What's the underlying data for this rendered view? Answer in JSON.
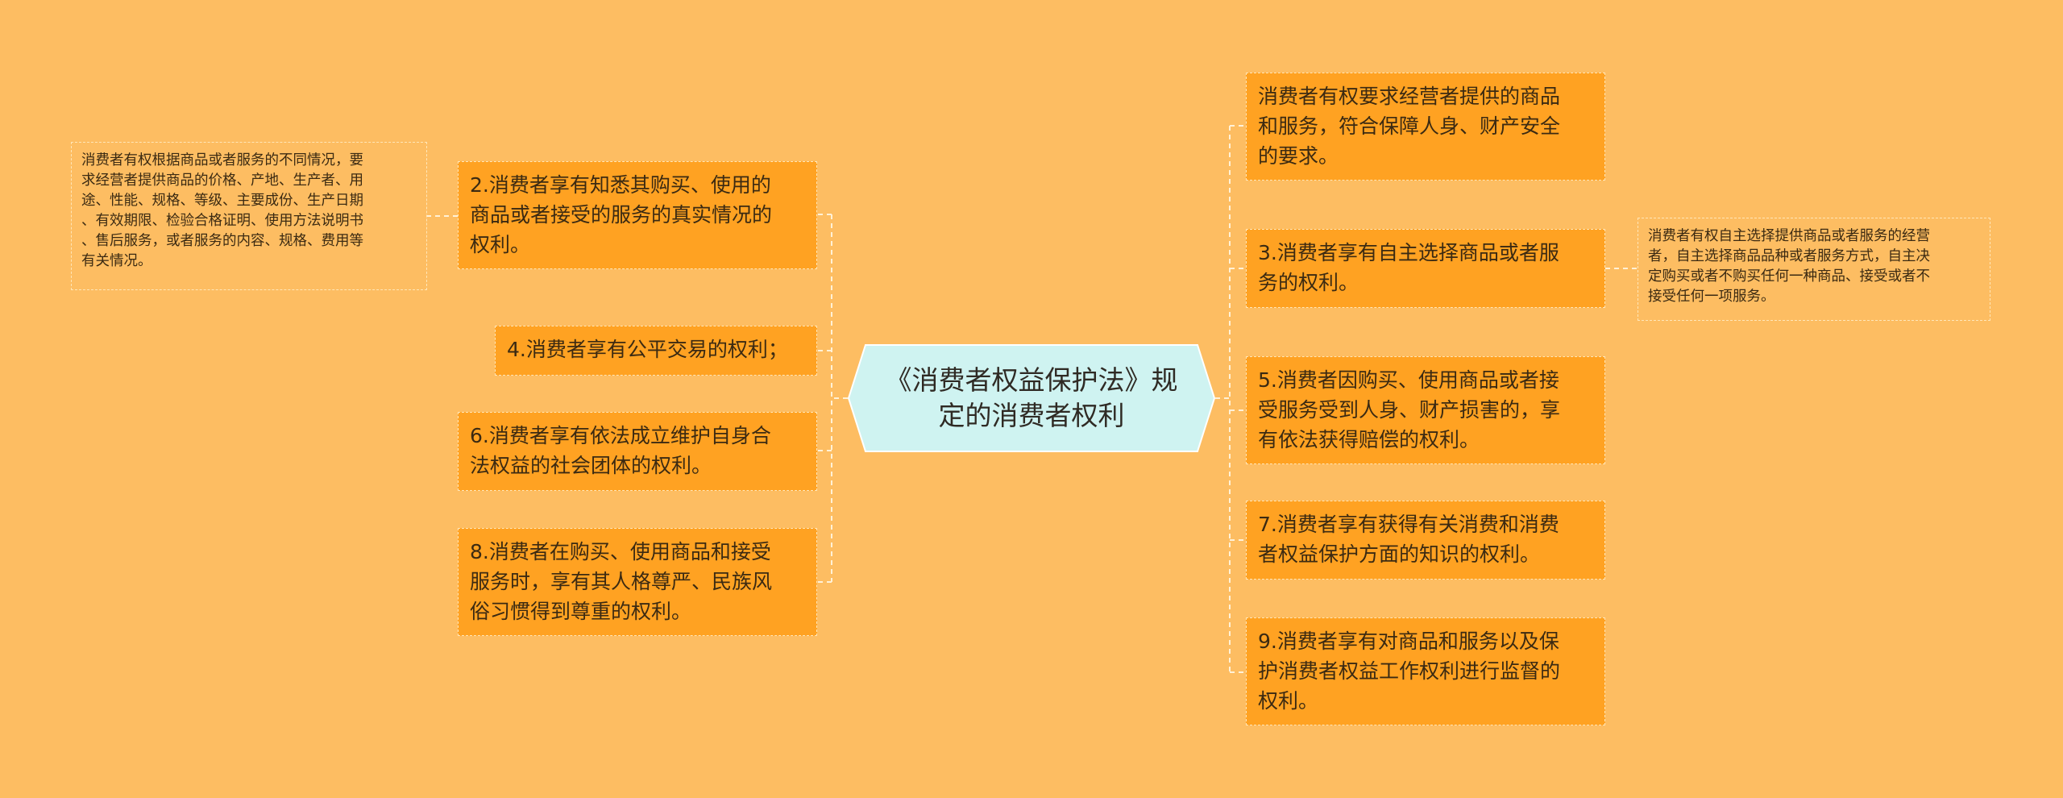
{
  "central_topic": "《消费者权益保护法》规\n定的消费者权利",
  "left_nodes": {
    "r2": "2.消费者享有知悉其购买、使用的\n商品或者接受的服务的真实情况的\n权利。",
    "r4": "4.消费者享有公平交易的权利；",
    "r6": "6.消费者享有依法成立维护自身合\n法权益的社会团体的权利。",
    "r8": "8.消费者在购买、使用商品和接受\n服务时，享有其人格尊严、民族风\n俗习惯得到尊重的权利。"
  },
  "right_nodes": {
    "r1": "消费者有权要求经营者提供的商品\n和服务，符合保障人身、财产安全\n的要求。",
    "r3": "3.消费者享有自主选择商品或者服\n务的权利。",
    "r5": "5.消费者因购买、使用商品或者接\n受服务受到人身、财产损害的，享\n有依法获得赔偿的权利。",
    "r7": "7.消费者享有获得有关消费和消费\n者权益保护方面的知识的权利。",
    "r9": "9.消费者享有对商品和服务以及保\n护消费者权益工作权利进行监督的\n权利。"
  },
  "detail_nodes": {
    "d2": "消费者有权根据商品或者服务的不同情况，要\n求经营者提供商品的价格、产地、生产者、用\n途、性能、规格、等级、主要成份、生产日期\n、有效期限、检验合格证明、使用方法说明书\n、售后服务，或者服务的内容、规格、费用等\n有关情况。",
    "d3": "消费者有权自主选择提供商品或者服务的经营\n者，自主选择商品品种或者服务方式，自主决\n定购买或者不购买任何一种商品、接受或者不\n接受任何一项服务。"
  },
  "colors": {
    "background": "#FDBD62",
    "node_fill": "#FFA222",
    "center_fill": "#CFF3F1",
    "connector": "#FFF1D6"
  }
}
